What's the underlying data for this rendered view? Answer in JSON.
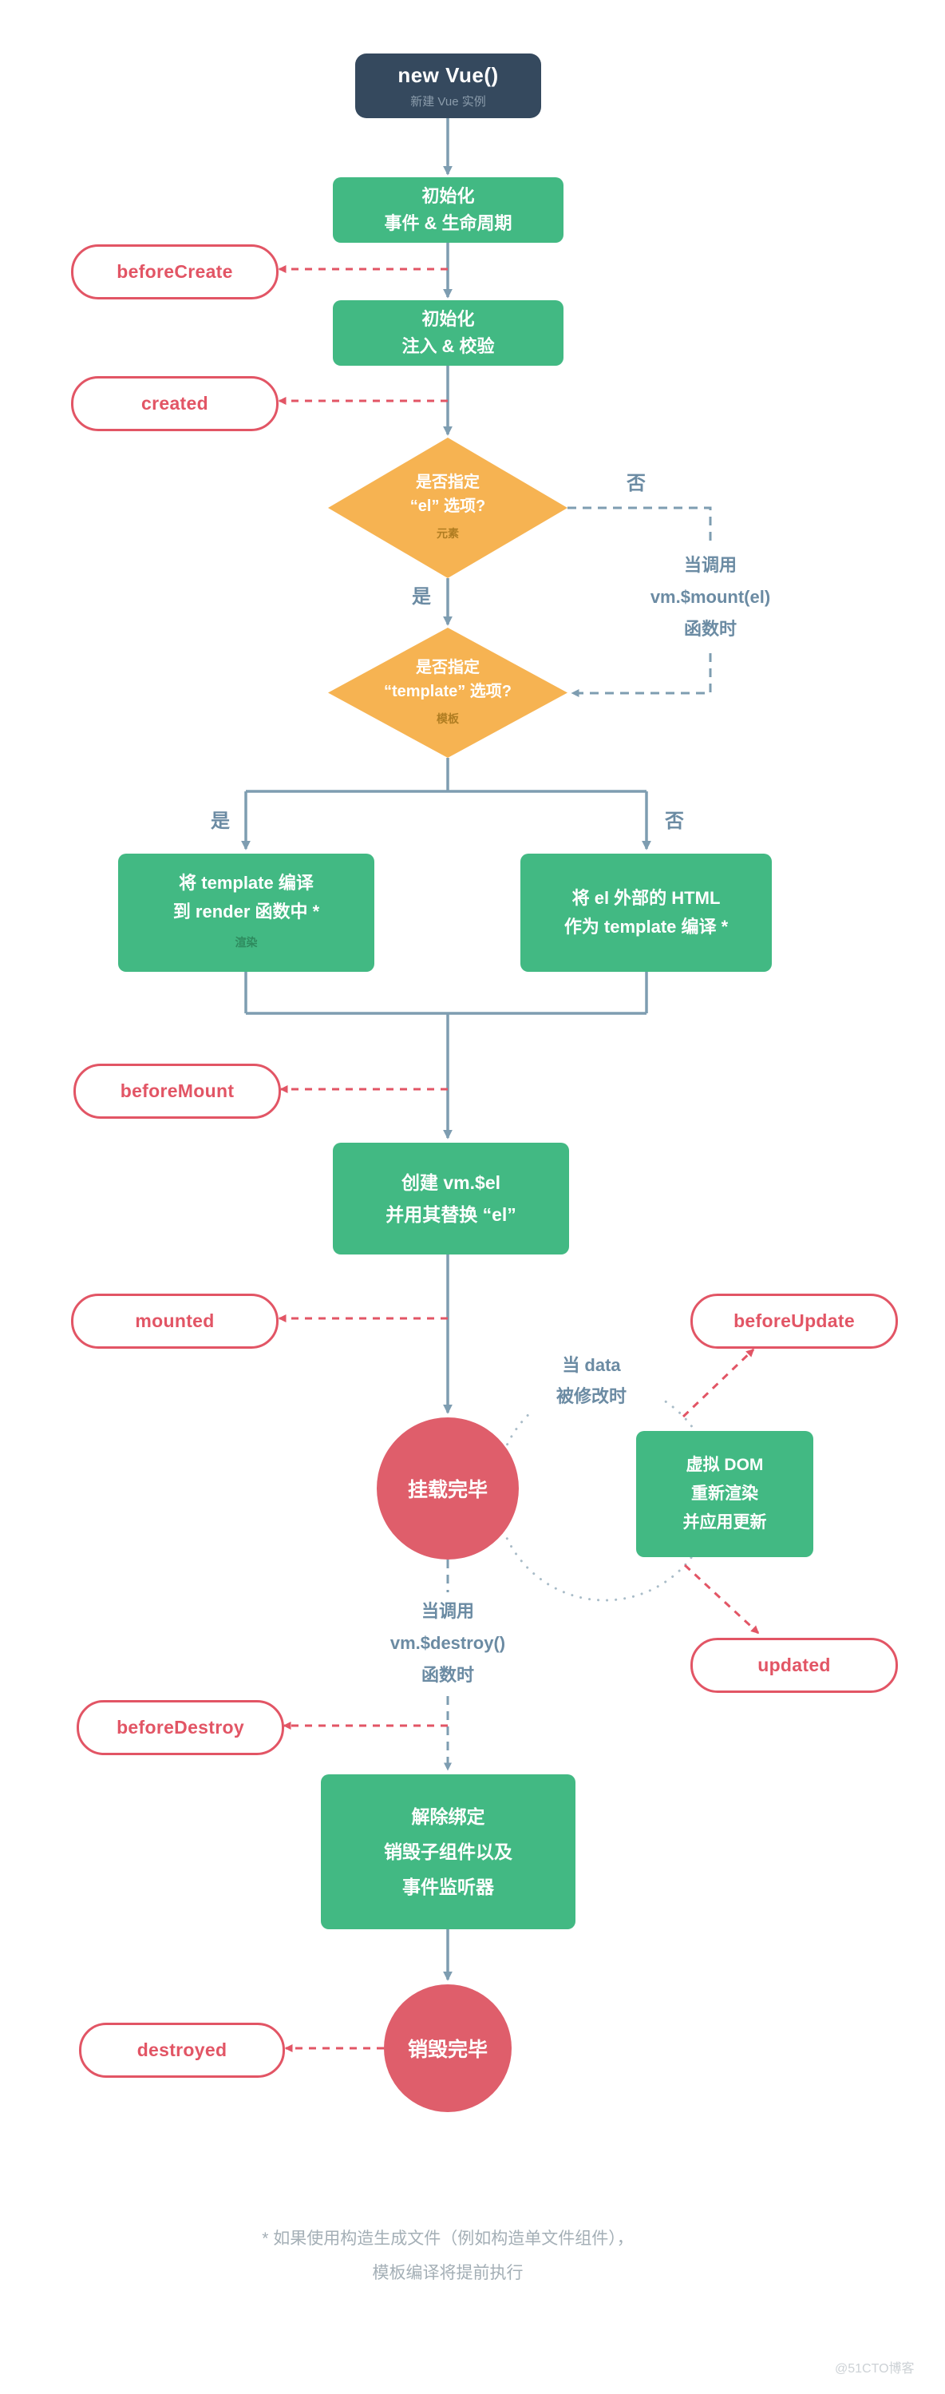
{
  "start": {
    "title": "new Vue()",
    "subtitle": "新建 Vue 实例"
  },
  "init_events": {
    "line1": "初始化",
    "line2": "事件 & 生命周期"
  },
  "init_injections": {
    "line1": "初始化",
    "line2": "注入 & 校验"
  },
  "decision_el": {
    "line1": "是否指定",
    "line2": "“el” 选项?",
    "note": "元素"
  },
  "decision_template": {
    "line1": "是否指定",
    "line2": "“template” 选项?",
    "note": "模板"
  },
  "branch": {
    "yes": "是",
    "no": "否"
  },
  "note_mount": {
    "line1": "当调用",
    "line2": "vm.$mount(el)",
    "line3": "函数时"
  },
  "note_data": {
    "line1": "当 data",
    "line2": "被修改时"
  },
  "note_destroy": {
    "line1": "当调用",
    "line2": "vm.$destroy()",
    "line3": "函数时"
  },
  "compile_template": {
    "line1": "将 template 编译",
    "line2": "到 render 函数中 *",
    "note": "渲染"
  },
  "compile_el": {
    "line1": "将 el 外部的 HTML",
    "line2": "作为 template 编译 *"
  },
  "create_el": {
    "line1": "创建 vm.$el",
    "line2": "并用其替换 “el”"
  },
  "virtual_dom": {
    "line1": "虚拟 DOM",
    "line2": "重新渲染",
    "line3": "并应用更新"
  },
  "teardown": {
    "line1": "解除绑定",
    "line2": "销毁子组件以及",
    "line3": "事件监听器"
  },
  "state_mounted": "挂载完毕",
  "state_destroyed": "销毁完毕",
  "hooks": {
    "before_create": "beforeCreate",
    "created": "created",
    "before_mount": "beforeMount",
    "mounted": "mounted",
    "before_update": "beforeUpdate",
    "updated": "updated",
    "before_destroy": "beforeDestroy",
    "destroyed": "destroyed"
  },
  "footnote": {
    "line1": "* 如果使用构造生成文件（例如构造单文件组件），",
    "line2": "模板编译将提前执行"
  },
  "watermark": "@51CTO博客",
  "colors": {
    "green": "#42b983",
    "navy": "#35495e",
    "orange": "#f6b352",
    "red": "#e25565",
    "rose": "#df5e6b",
    "slate": "#7e9db1"
  }
}
